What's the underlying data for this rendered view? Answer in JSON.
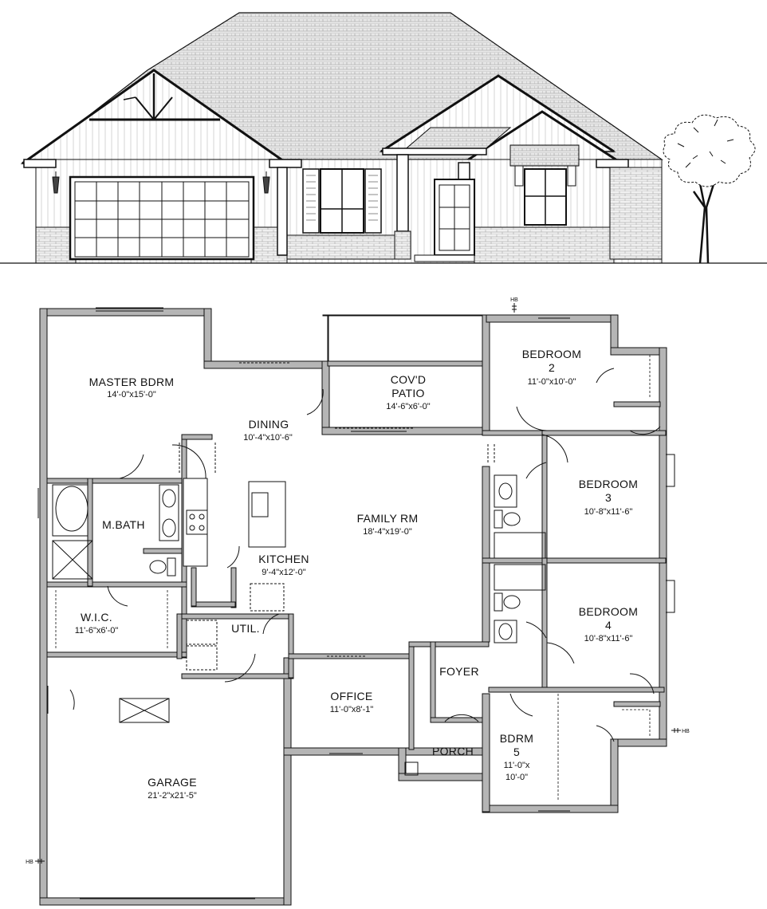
{
  "rooms": {
    "master": {
      "name": "MASTER BDRM",
      "dim": "14'-0\"x15'-0\""
    },
    "dining": {
      "name": "DINING",
      "dim": "10'-4\"x10'-6\""
    },
    "patio": {
      "line1": "COV'D",
      "line2": "PATIO",
      "dim": "14'-6\"x6'-0\""
    },
    "bedroom2": {
      "line1": "BEDROOM",
      "line2": "2",
      "dim": "11'-0\"x10'-0\""
    },
    "bedroom3": {
      "line1": "BEDROOM",
      "line2": "3",
      "dim": "10'-8\"x11'-6\""
    },
    "bedroom4": {
      "line1": "BEDROOM",
      "line2": "4",
      "dim": "10'-8\"x11'-6\""
    },
    "mbath": {
      "name": "M.BATH"
    },
    "family": {
      "name": "FAMILY RM",
      "dim": "18'-4\"x19'-0\""
    },
    "kitchen": {
      "name": "KITCHEN",
      "dim": "9'-4\"x12'-0\""
    },
    "wic": {
      "name": "W.I.C.",
      "dim": "11'-6\"x6'-0\""
    },
    "util": {
      "name": "UTIL."
    },
    "foyer": {
      "name": "FOYER"
    },
    "office": {
      "name": "OFFICE",
      "dim": "11'-0\"x8'-1\""
    },
    "porch": {
      "name": "PORCH"
    },
    "bdrm5": {
      "line1": "BDRM",
      "line2": "5",
      "dim1": "11'-0\"x",
      "dim2": "10'-0\""
    },
    "garage": {
      "name": "GARAGE",
      "dim": "21'-2\"x21'-5\""
    }
  },
  "hose_bib_labels": [
    "HB",
    "HB",
    "HB"
  ],
  "colors": {
    "wall_fill": "#b5b5b5",
    "line": "#111111",
    "roof": "#dcdcdc",
    "brick": "#e6e6e6"
  }
}
